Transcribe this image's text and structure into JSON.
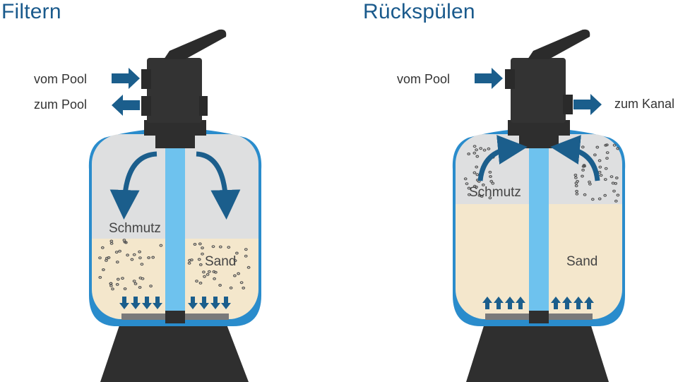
{
  "filtern": {
    "title": "Filtern",
    "inlet_label": "vom Pool",
    "outlet_label": "zum Pool",
    "dirt_label": "Schmutz",
    "sand_label": "Sand"
  },
  "rueckspuelen": {
    "title": "Rückspülen",
    "inlet_label": "vom Pool",
    "outlet_label": "zum Kanal",
    "dirt_label": "Schmutz",
    "sand_label": "Sand"
  },
  "colors": {
    "title_blue": "#1a5a8c",
    "arrow_blue": "#1b5e8c",
    "tank_blue": "#2a8ccc",
    "pipe_blue": "#6ec2ee",
    "sand": "#f4e7cc",
    "water_grey": "#dedfe0",
    "valve_dark": "#2e2e2e"
  }
}
